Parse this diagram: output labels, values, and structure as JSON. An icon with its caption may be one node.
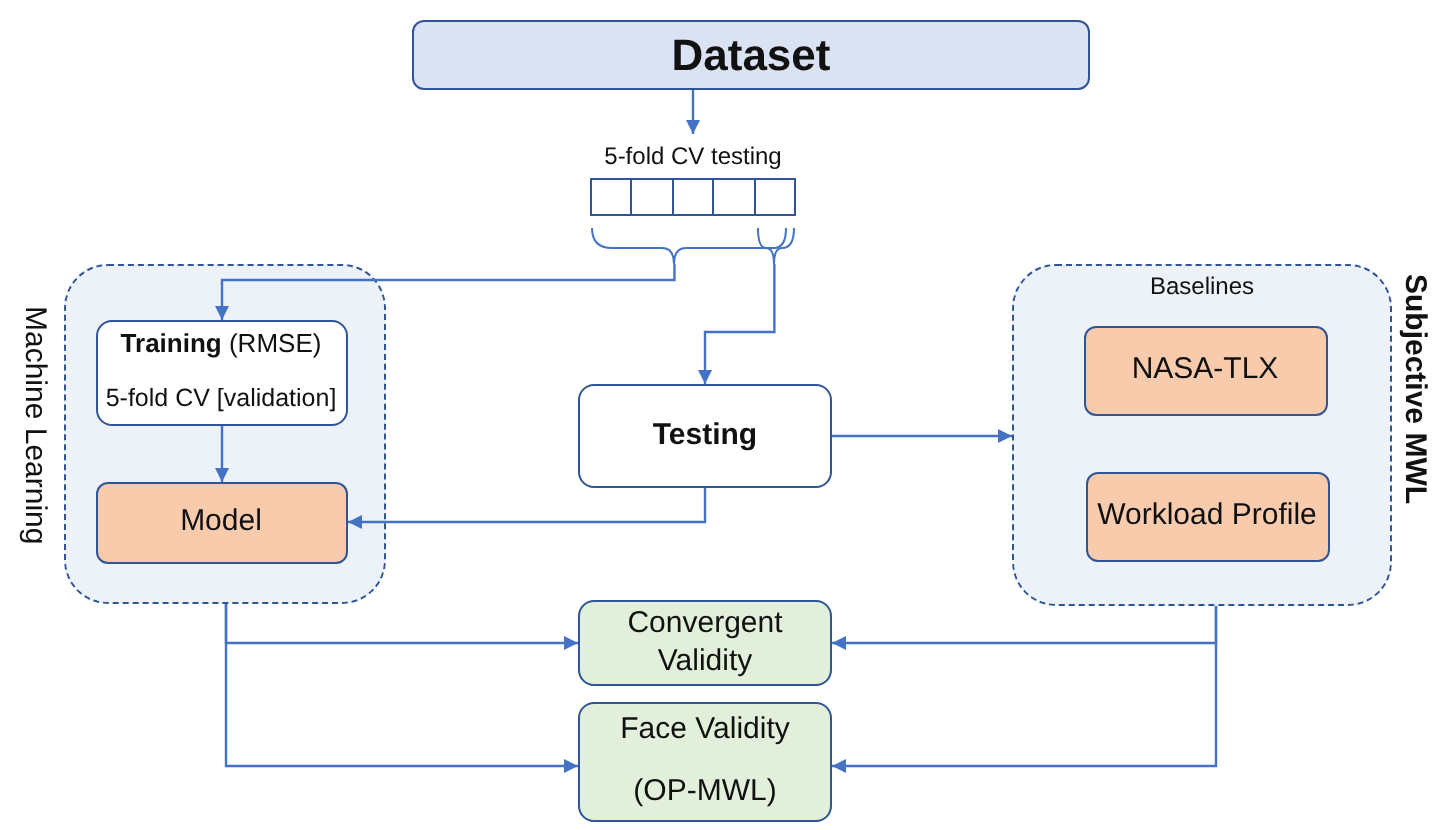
{
  "diagram": {
    "nodes": [
      {
        "text": [
          "Dataset"
        ]
      },
      {
        "text": [],
        "shape": "bar",
        "beside": [
          "5-fold CV testing"
        ]
      },
      {
        "text": [
          "Machine Learning"
        ]
      },
      {
        "text": [
          "**Training** (RMSE)",
          "5-fold CV [validation]"
        ],
        "in": 2
      },
      {
        "text": [
          "Model"
        ],
        "in": 2
      },
      {
        "text": [
          "Testing"
        ]
      },
      {
        "text": [
          "Baselines",
          "Subjective MWL"
        ]
      },
      {
        "text": [
          "NASA-TLX"
        ],
        "in": 6
      },
      {
        "text": [
          "Workload Profile"
        ],
        "in": 6
      },
      {
        "text": [
          "Convergent Validity"
        ]
      },
      {
        "text": [
          "Face Validity",
          "(OP-MWL)"
        ]
      }
    ],
    "edges": [
      {
        "from": 0,
        "to": 1,
        "arrow": "to"
      },
      {
        "from": 1,
        "to": 3,
        "arrow": "to"
      },
      {
        "from": 1,
        "to": 5,
        "arrow": "to"
      },
      {
        "from": 3,
        "to": 4,
        "arrow": "to"
      },
      {
        "from": 5,
        "to": 4,
        "arrow": "to"
      },
      {
        "from": 5,
        "to": 6,
        "arrow": "to"
      },
      {
        "from": 2,
        "to": 9,
        "arrow": "to"
      },
      {
        "from": 2,
        "to": 10,
        "arrow": "to"
      },
      {
        "from": 6,
        "to": 9,
        "arrow": "to"
      },
      {
        "from": 6,
        "to": 10,
        "arrow": "to"
      }
    ]
  }
}
